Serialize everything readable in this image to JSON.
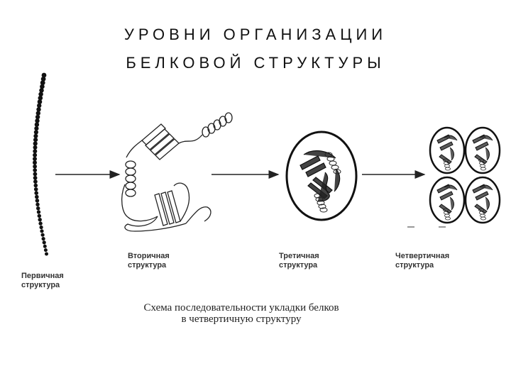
{
  "title": {
    "line1": "УРОВНИ ОРГАНИЗАЦИИ",
    "line2": "БЕЛКОВОЙ СТРУКТУРЫ"
  },
  "stages": [
    {
      "line1": "Первичная",
      "line2": "структура"
    },
    {
      "line1": "Вторичная",
      "line2": "структура"
    },
    {
      "line1": "Третичная",
      "line2": "структура"
    },
    {
      "line1": "Четвертичная",
      "line2": "структура"
    }
  ],
  "caption": {
    "line1": "Схема последовательности укладки белков",
    "line2": "в четвертичную структуру"
  }
}
